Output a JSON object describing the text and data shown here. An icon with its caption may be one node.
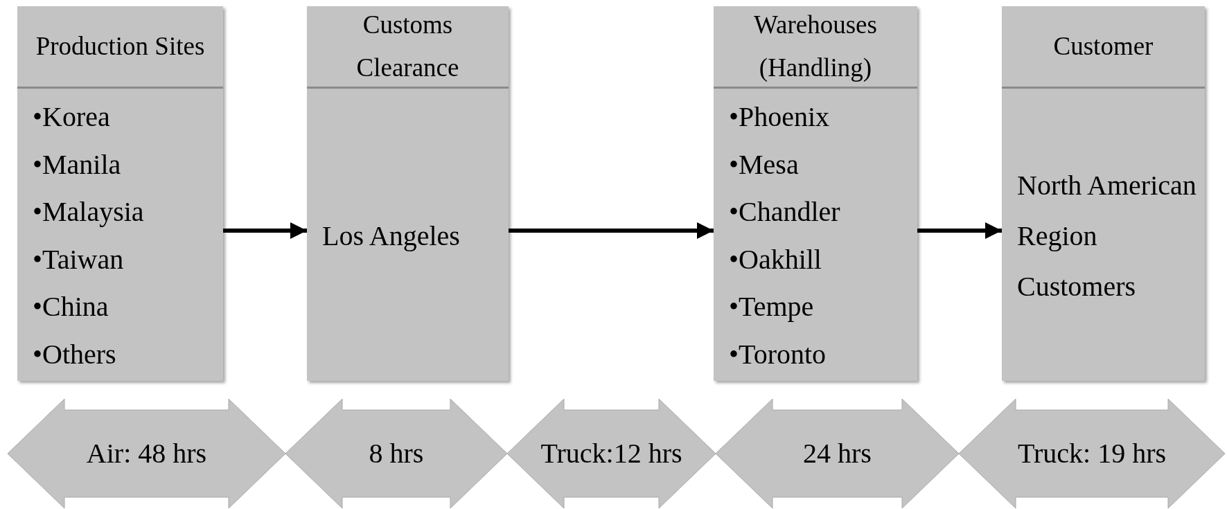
{
  "diagram": {
    "nodes": [
      {
        "text": [
          "Production Sites",
          "•Korea",
          "•Manila",
          "•Malaysia",
          "•Taiwan",
          "•China",
          "•Others"
        ]
      },
      {
        "text": [
          "Customs Clearance",
          "Los Angeles"
        ]
      },
      {
        "text": [
          "Warehouses (Handling)",
          "•Phoenix",
          "•Mesa",
          "•Chandler",
          "•Oakhill",
          "•Tempe",
          "•Toronto"
        ]
      },
      {
        "text": [
          "Customer",
          "North American Region Customers"
        ]
      },
      {
        "text": [
          "Air: 48 hrs"
        ]
      },
      {
        "text": [
          "8 hrs"
        ]
      },
      {
        "text": [
          "Truck:12 hrs"
        ]
      },
      {
        "text": [
          "24 hrs"
        ]
      },
      {
        "text": [
          "Truck: 19 hrs"
        ]
      }
    ],
    "edges": [
      {
        "from": 0,
        "to": 1,
        "arrow": "to"
      },
      {
        "from": 1,
        "to": 2,
        "arrow": "to"
      },
      {
        "from": 2,
        "to": 3,
        "arrow": "to"
      }
    ]
  }
}
